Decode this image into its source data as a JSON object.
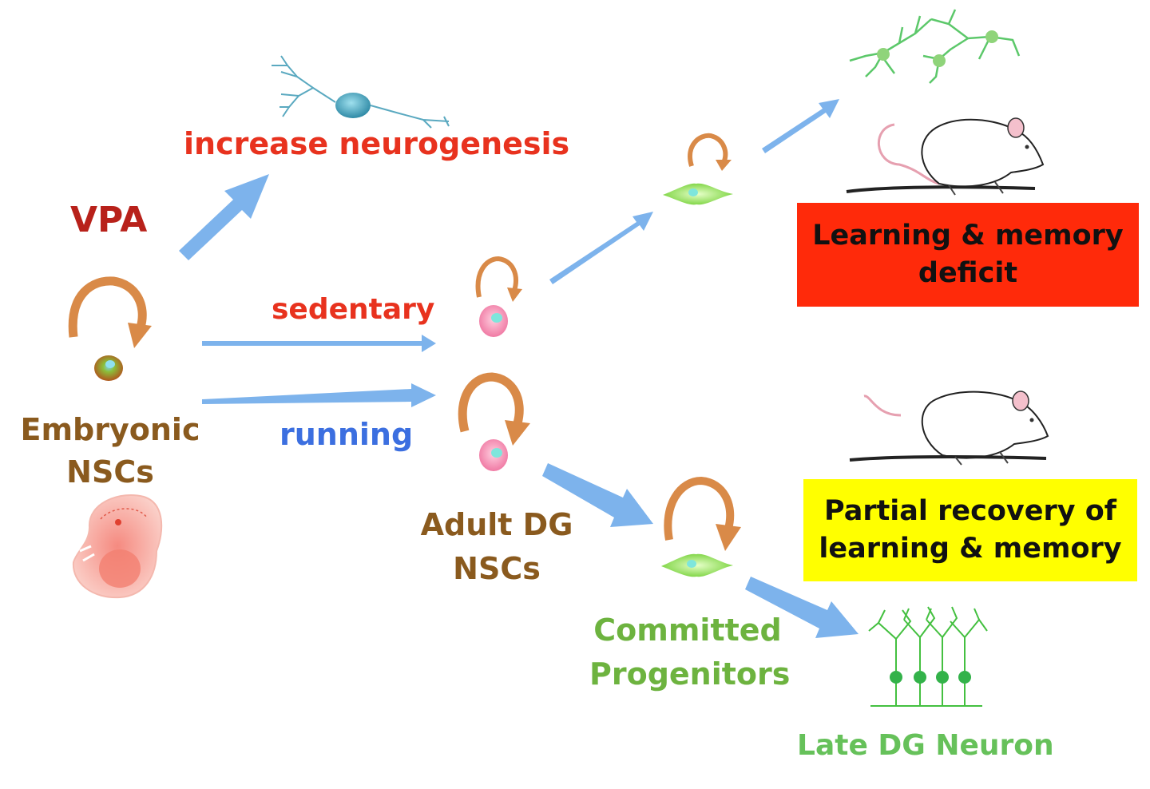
{
  "labels": {
    "increase_neurogenesis": "increase neurogenesis",
    "vpa": "VPA",
    "sedentary": "sedentary",
    "running": "running",
    "embryonic_line1": "Embryonic",
    "embryonic_line2": "NSCs",
    "adult_line1": "Adult DG",
    "adult_line2": "NSCs",
    "committed_line1": "Committed",
    "committed_line2": "Progenitors",
    "late_neuron": "Late DG Neuron"
  },
  "outcomes": {
    "deficit_line1": "Learning & memory",
    "deficit_line2": "deficit",
    "recovery_line1": "Partial recovery of",
    "recovery_line2": "learning & memory"
  },
  "colors": {
    "red_text": "#e8321e",
    "dark_red_text": "#b8211a",
    "brown_text": "#8a5a1e",
    "blue_text": "#3c6fe0",
    "green_text": "#6db33f",
    "late_green_text": "#66c15a",
    "arrow_blue": "#7db3ec",
    "curl_orange": "#d98a48",
    "deficit_box": "#ff2a0a",
    "recovery_box": "#ffff00",
    "nsc_pink": "#f28cae",
    "progenitor_green": "#8fe24a"
  },
  "icons": {
    "rat": "rat-icon",
    "embryo": "embryo-icon",
    "neuron": "neuron-icon",
    "cell": "cell-icon",
    "self_renewal": "curved-arrow-icon"
  }
}
